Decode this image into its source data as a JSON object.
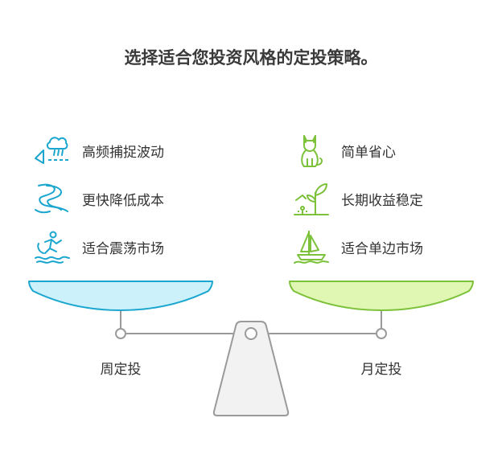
{
  "title": "选择适合您投资风格的定投策略。",
  "colors": {
    "left": "#1aa6cf",
    "left_fill": "#cdf1fb",
    "right": "#7cc13a",
    "right_fill": "#dff7b3",
    "beam": "#9a9a9a",
    "base_fill": "#f2f2f2"
  },
  "left": {
    "label": "周定投",
    "items": [
      {
        "label": "高频捕捉波动",
        "icon": "rain-wave-icon"
      },
      {
        "label": "更快降低成本",
        "icon": "winding-road-icon"
      },
      {
        "label": "适合震荡市场",
        "icon": "surfer-icon"
      }
    ]
  },
  "right": {
    "label": "月定投",
    "items": [
      {
        "label": "简单省心",
        "icon": "cat-icon"
      },
      {
        "label": "长期收益稳定",
        "icon": "sprout-icon"
      },
      {
        "label": "适合单边市场",
        "icon": "sailboat-icon"
      }
    ]
  }
}
